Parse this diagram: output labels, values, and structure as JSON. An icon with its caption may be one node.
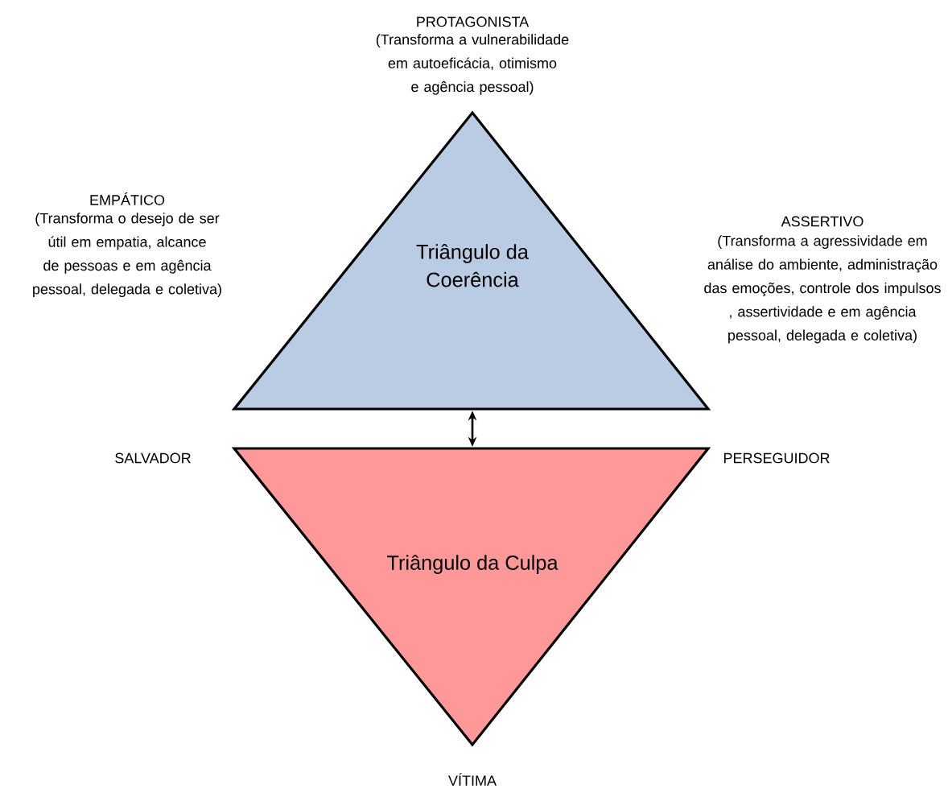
{
  "diagram": {
    "nodes": [
      {
        "text": [
          "Triângulo da Coerência"
        ]
      },
      {
        "text": [
          "Triângulo da Culpa"
        ]
      }
    ],
    "edges": [
      {
        "from": 0,
        "to": 1,
        "arrow": "both"
      }
    ],
    "labels": [
      "PROTAGONISTA",
      "(Transforma a vulnerabilidade em autoeficácia, otimismo e agência pessoal)",
      "ASSERTIVO",
      "(Transforma a agressividade em análise do ambiente, administração das emoções, controle dos impulsos , assertividade e em agência pessoal, delegada e coletiva)",
      "EMPÁTICO",
      "(Transforma o desejo de ser útil em empatia, alcance de pessoas e em agência pessoal, delegada e coletiva)",
      "SALVADOR",
      "PERSEGUIDOR",
      "VÍTIMA"
    ]
  }
}
